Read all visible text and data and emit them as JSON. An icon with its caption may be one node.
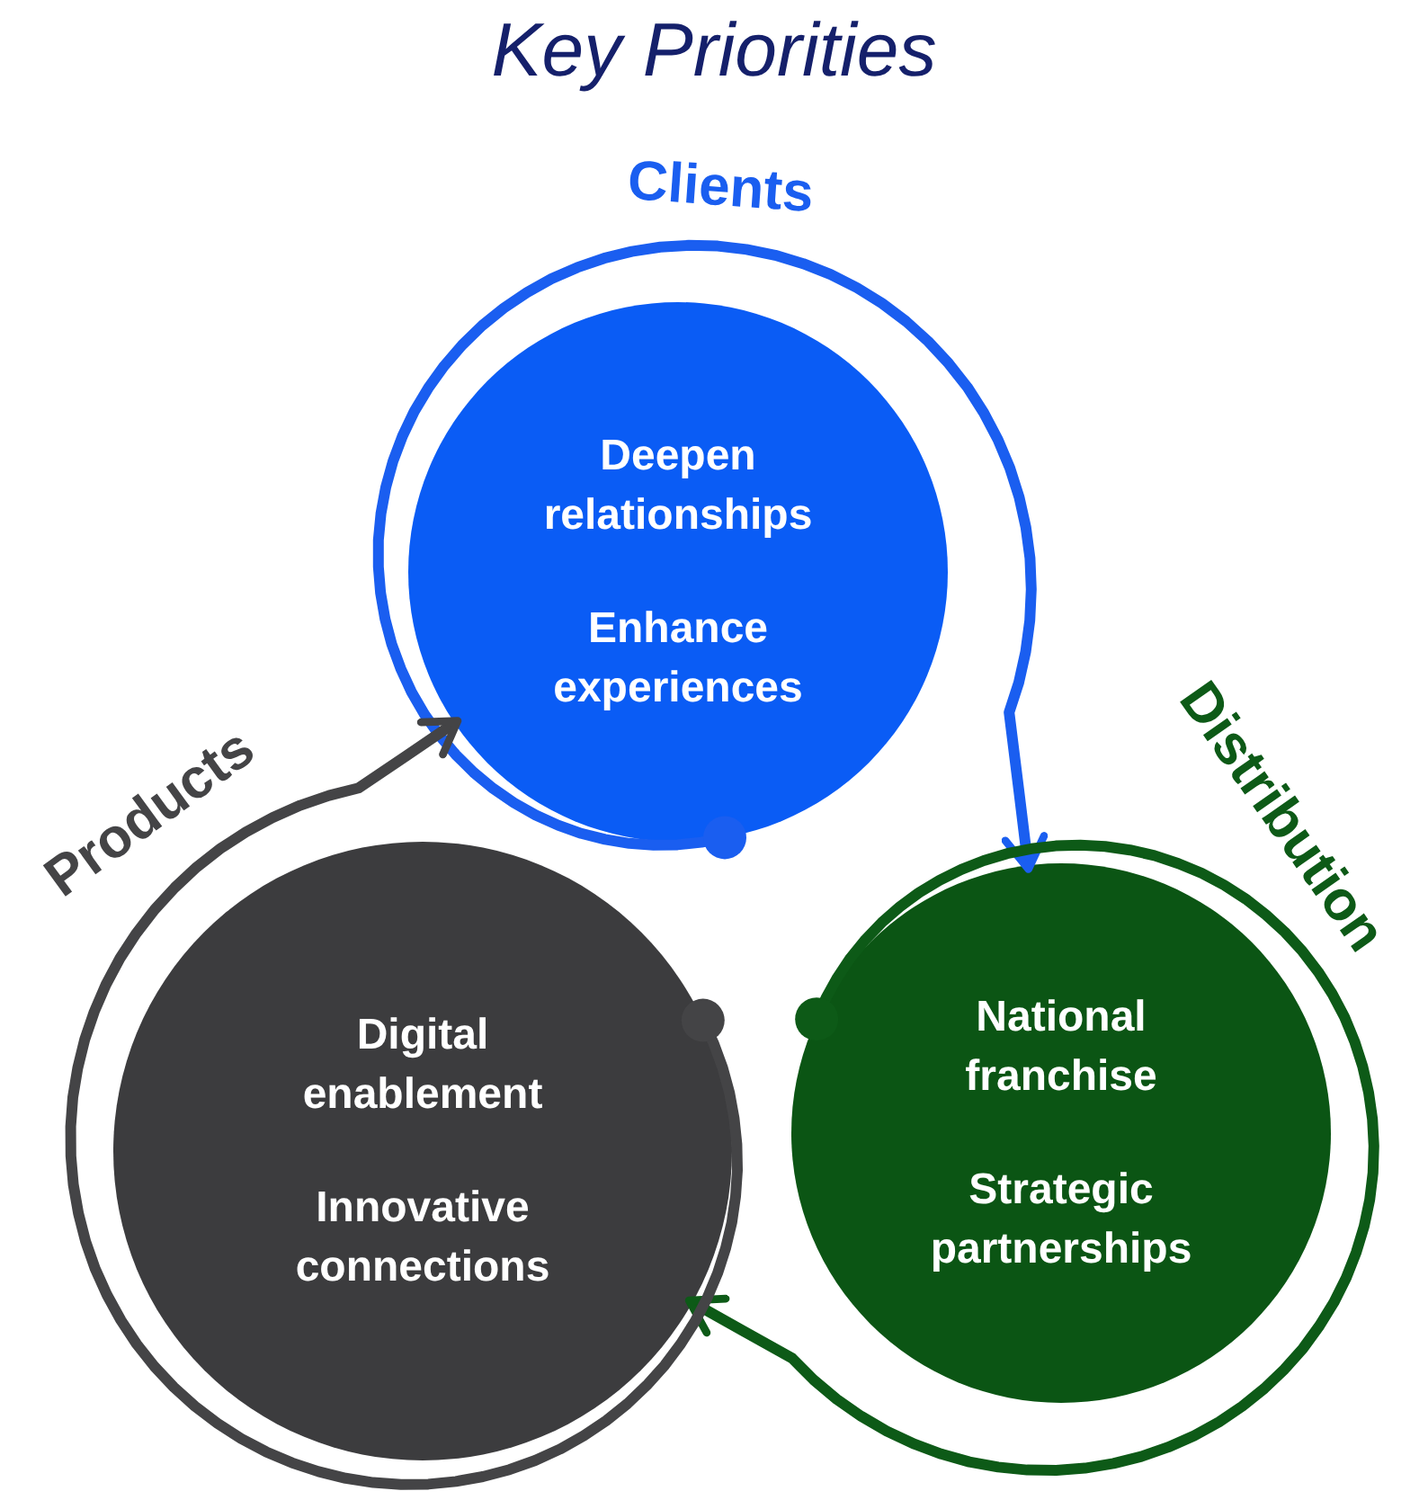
{
  "diagram": {
    "title": "Key Priorities",
    "nodes": [
      {
        "text": [
          "Clients",
          "Deepen relationships",
          "Enhance experiences"
        ]
      },
      {
        "text": [
          "Distribution",
          "National franchise",
          "Strategic partnerships"
        ]
      },
      {
        "text": [
          "Products",
          "Digital enablement",
          "Innovative connections"
        ]
      }
    ],
    "edges": [
      {
        "from": 0,
        "to": 1,
        "arrow": "to",
        "color": "#1a5ef0"
      },
      {
        "from": 1,
        "to": 2,
        "arrow": "to",
        "color": "#0d5a17"
      },
      {
        "from": 2,
        "to": 0,
        "arrow": "to",
        "color": "#444446"
      }
    ]
  }
}
